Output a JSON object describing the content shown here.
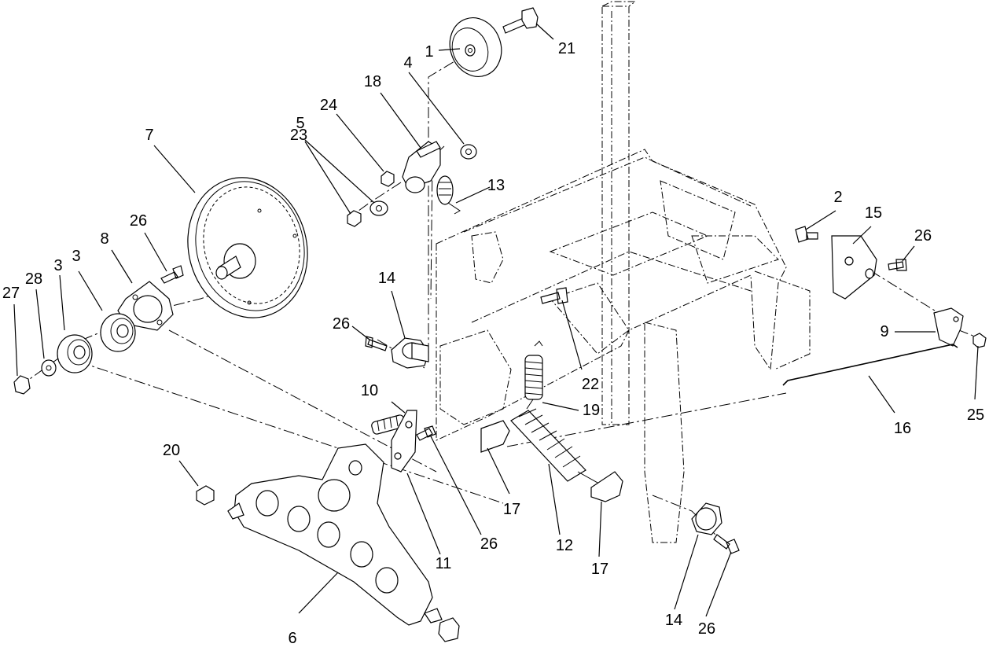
{
  "callouts": [
    {
      "id": "c1",
      "text": "1"
    },
    {
      "id": "c2",
      "text": "2"
    },
    {
      "id": "c3a",
      "text": "3"
    },
    {
      "id": "c3b",
      "text": "3"
    },
    {
      "id": "c4",
      "text": "4"
    },
    {
      "id": "c5",
      "text": "5"
    },
    {
      "id": "c6",
      "text": "6"
    },
    {
      "id": "c7",
      "text": "7"
    },
    {
      "id": "c8",
      "text": "8"
    },
    {
      "id": "c9",
      "text": "9"
    },
    {
      "id": "c10",
      "text": "10"
    },
    {
      "id": "c11",
      "text": "11"
    },
    {
      "id": "c12",
      "text": "12"
    },
    {
      "id": "c13",
      "text": "13"
    },
    {
      "id": "c14a",
      "text": "14"
    },
    {
      "id": "c14b",
      "text": "14"
    },
    {
      "id": "c15",
      "text": "15"
    },
    {
      "id": "c16",
      "text": "16"
    },
    {
      "id": "c17a",
      "text": "17"
    },
    {
      "id": "c17b",
      "text": "17"
    },
    {
      "id": "c18",
      "text": "18"
    },
    {
      "id": "c19",
      "text": "19"
    },
    {
      "id": "c20",
      "text": "20"
    },
    {
      "id": "c21",
      "text": "21"
    },
    {
      "id": "c22",
      "text": "22"
    },
    {
      "id": "c23",
      "text": "23"
    },
    {
      "id": "c24",
      "text": "24"
    },
    {
      "id": "c25",
      "text": "25"
    },
    {
      "id": "c26a",
      "text": "26"
    },
    {
      "id": "c26b",
      "text": "26"
    },
    {
      "id": "c26c",
      "text": "26"
    },
    {
      "id": "c26d",
      "text": "26"
    },
    {
      "id": "c27",
      "text": "27"
    },
    {
      "id": "c28",
      "text": "28"
    }
  ]
}
